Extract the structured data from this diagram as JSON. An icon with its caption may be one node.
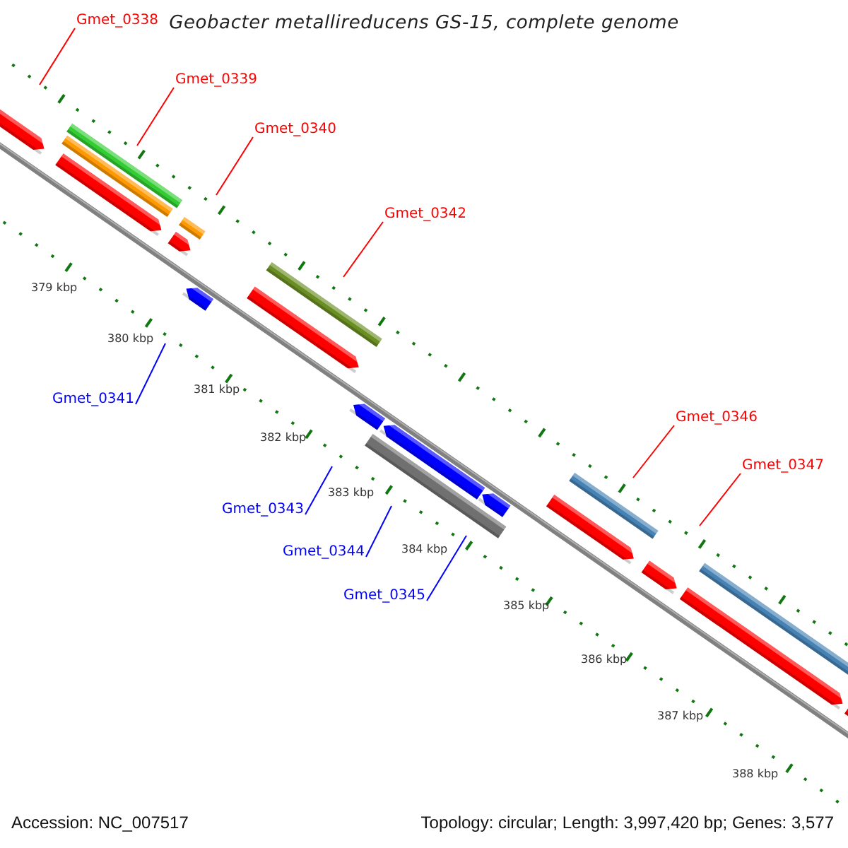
{
  "diagram": {
    "title": "Geobacter metallireducens GS-15, complete genome",
    "nodes": [
      {
        "text": [
          "Gmet_0338"
        ]
      },
      {
        "text": [
          "Gmet_0339"
        ]
      },
      {
        "text": [
          "Gmet_0340"
        ]
      },
      {
        "text": [
          "Gmet_0342"
        ]
      },
      {
        "text": [
          "Gmet_0341"
        ]
      },
      {
        "text": [
          "Gmet_0346"
        ]
      },
      {
        "text": [
          "Gmet_0347"
        ]
      },
      {
        "text": [
          "Gmet_0343"
        ]
      },
      {
        "text": [
          "Gmet_0344"
        ]
      },
      {
        "text": [
          "Gmet_0345"
        ]
      }
    ],
    "edges": [
      {
        "from": 0,
        "to": null,
        "arrow": "none"
      },
      {
        "from": 1,
        "to": null,
        "arrow": "none"
      },
      {
        "from": 2,
        "to": null,
        "arrow": "none"
      },
      {
        "from": 3,
        "to": null,
        "arrow": "none"
      },
      {
        "from": 4,
        "to": null,
        "arrow": "none",
        "color": "#0000ff"
      },
      {
        "from": 5,
        "to": null,
        "arrow": "none"
      },
      {
        "from": 6,
        "to": null,
        "arrow": "none"
      },
      {
        "from": 7,
        "to": null,
        "arrow": "none",
        "color": "#0000ff"
      },
      {
        "from": 8,
        "to": null,
        "arrow": "none",
        "color": "#0000ff"
      },
      {
        "from": 9,
        "to": null,
        "arrow": "none",
        "color": "#0000ff"
      }
    ],
    "labels": [
      "379 kbp",
      "380 kbp",
      "381 kbp",
      "382 kbp",
      "383 kbp",
      "384 kbp",
      "385 kbp",
      "386 kbp",
      "387 kbp",
      "388 kbp",
      "Accession: NC_007517",
      "Topology: circular; Length: 3,997,420 bp; Genes: 3,577"
    ]
  }
}
